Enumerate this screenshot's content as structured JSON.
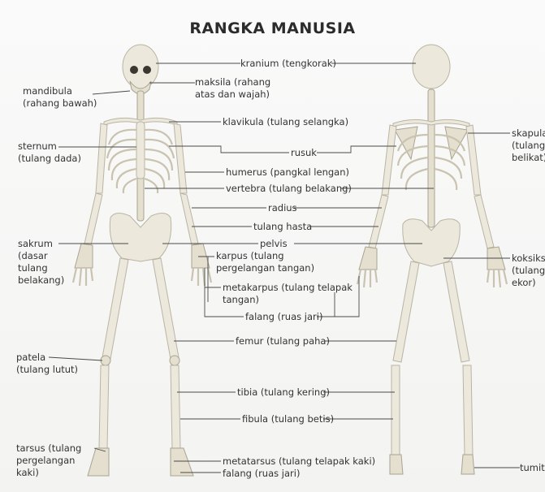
{
  "title": "RANGKA MANUSIA",
  "labels": {
    "kranium": "kranium (tengkorak)",
    "maksila": "maksila (rahang\natas dan wajah)",
    "mandibula": "mandibula\n(rahang bawah)",
    "klavikula": "klavikula (tulang selangka)",
    "sternum": "sternum\n(tulang dada)",
    "rusuk": "rusuk",
    "humerus": "humerus (pangkal lengan)",
    "vertebra": "vertebra (tulang belakang)",
    "radius": "radius",
    "tulang_hasta": "tulang hasta",
    "sakrum": "sakrum\n(dasar\ntulang\nbelakang)",
    "pelvis": "pelvis",
    "karpus": "karpus (tulang\npergelangan tangan)",
    "metakarpus": "metakarpus (tulang telapak\ntangan)",
    "falang_jari": "falang (ruas jari)",
    "femur": "femur (tulang paha)",
    "patela": "patela\n(tulang lutut)",
    "tibia": "tibia (tulang kering)",
    "fibula": "fibula (tulang betis)",
    "tarsus": "tarsus (tulang\npergelangan\nkaki)",
    "metatarsus": "metatarsus (tulang telapak kaki)",
    "falang_kaki": "falang (ruas jari)",
    "skapula": "skapula\n(tulang\nbelikat)",
    "koksiks": "koksiks\n(tulang\nekor)",
    "tumit": "tumit"
  }
}
